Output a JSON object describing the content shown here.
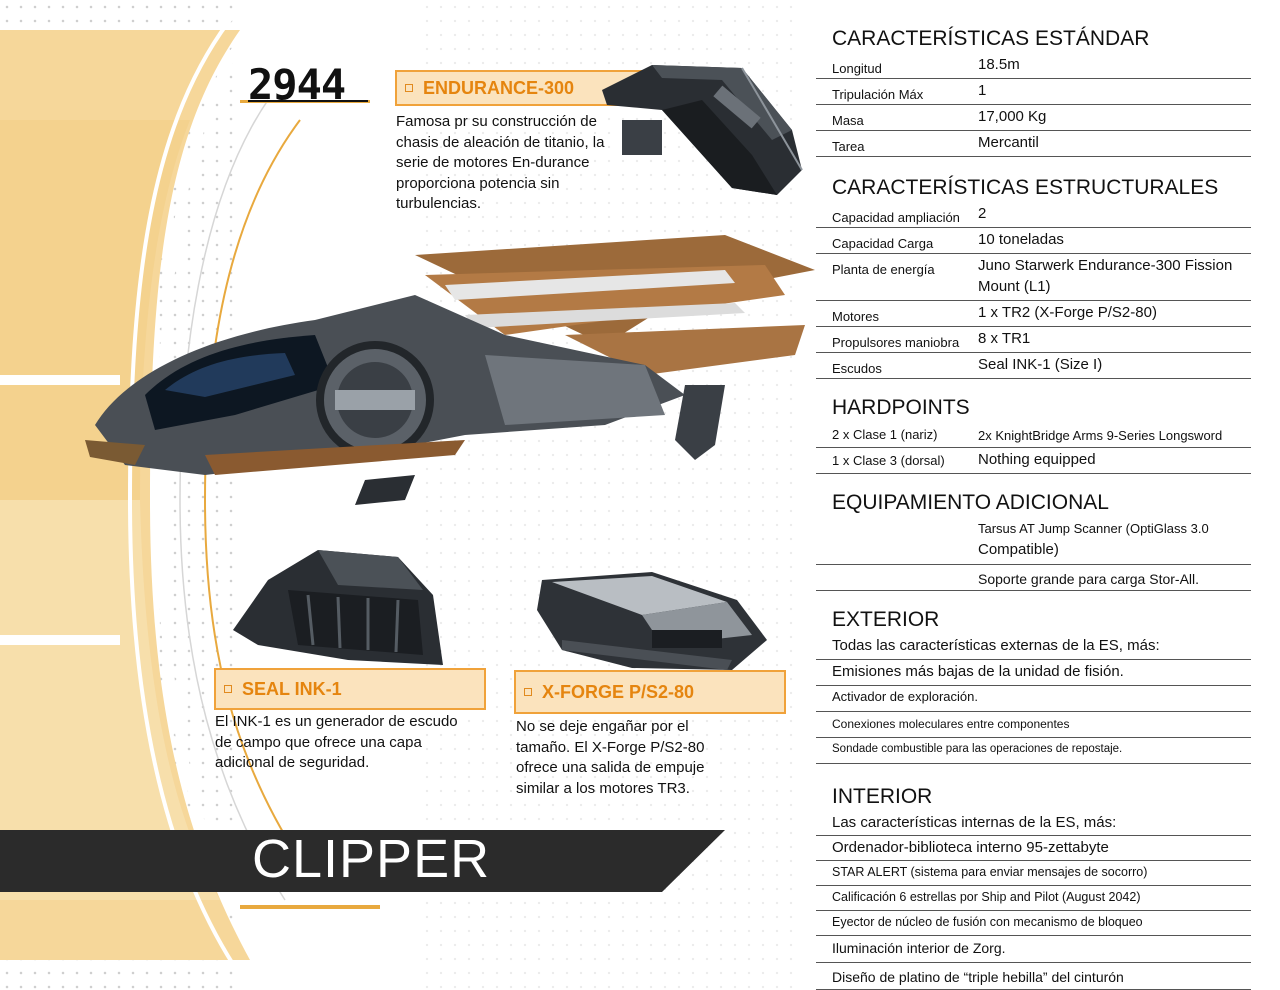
{
  "brand_number": "2944",
  "ship_name": "CLIPPER",
  "components": [
    {
      "name": "ENDURANCE-300",
      "text": [
        "Famosa pr su construcción de",
        "chasis de aleación de titanio, la",
        "serie de motores En-durance",
        "proporciona potencia sin",
        "turbulencias."
      ]
    },
    {
      "name": "SEAL INK-1",
      "text": [
        "El INK-1 es un generador de escudo",
        "de campo que ofrece una capa",
        "adicional de seguridad."
      ]
    },
    {
      "name": "X-FORGE P/S2-80",
      "text": [
        "No se deje engañar por el",
        "tamaño. El X-Forge P/S2-80",
        "ofrece una salida de empuje",
        "similar a los motores TR3."
      ]
    }
  ],
  "standard": {
    "title": "CARACTERÍSTICAS ESTÁNDAR",
    "rows": [
      {
        "k": "Longitud",
        "v": "18.5m"
      },
      {
        "k": "Tripulación Máx",
        "v": "1"
      },
      {
        "k": "Masa",
        "v": "17,000 Kg"
      },
      {
        "k": "Tarea",
        "v": "Mercantil"
      }
    ]
  },
  "structural": {
    "title": "CARACTERÍSTICAS ESTRUCTURALES",
    "rows": [
      {
        "k": "Capacidad ampliación",
        "v": "2"
      },
      {
        "k": "Capacidad Carga",
        "v": "10 toneladas"
      },
      {
        "k": "Planta de energía",
        "v": "Juno Starwerk Endurance-300 Fission",
        "v2": "Mount (L1)"
      },
      {
        "k": "Motores",
        "v": "1 x TR2 (X-Forge P/S2-80)"
      },
      {
        "k": "Propulsores maniobra",
        "v": "8 x TR1"
      },
      {
        "k": "Escudos",
        "v": "Seal INK-1 (Size I)"
      }
    ]
  },
  "hardpoints": {
    "title": "HARDPOINTS",
    "rows": [
      {
        "k": "2 x Clase 1 (nariz)",
        "v": "2x KnightBridge Arms 9-Series Longsword"
      },
      {
        "k": "1 x Clase 3 (dorsal)",
        "v": "Nothing equipped"
      }
    ]
  },
  "additional": {
    "title": "EQUIPAMIENTO ADICIONAL",
    "rows": [
      {
        "v": "Tarsus AT Jump Scanner (OptiGlass 3.0",
        "v2": "Compatible)"
      },
      {
        "v": "Soporte grande para carga Stor-All."
      }
    ]
  },
  "exterior": {
    "title": "EXTERIOR",
    "rows": [
      "Todas las características externas de la ES, más:",
      "Emisiones más bajas de la unidad de fisión.",
      "Activador de exploración.",
      "Conexiones moleculares entre componentes",
      "Sondade combustible para las operaciones de repostaje."
    ]
  },
  "interior": {
    "title": "INTERIOR",
    "rows": [
      "Las características internas de la ES, más:",
      "Ordenador-biblioteca interno 95-zettabyte",
      "STAR ALERT (sistema para enviar mensajes de socorro)",
      "Calificación 6 estrellas por Ship and Pilot (August 2042)",
      "Eyector de núcleo de fusión con mecanismo de bloqueo",
      "Iluminación interior de Zorg.",
      "Diseño de platino de “triple hebilla” del cinturón"
    ]
  },
  "colors": {
    "accent": "#e5850f",
    "callout_bg": "#fbe3bd",
    "panel": "#f6d79a",
    "banner": "#2b2b2b"
  }
}
